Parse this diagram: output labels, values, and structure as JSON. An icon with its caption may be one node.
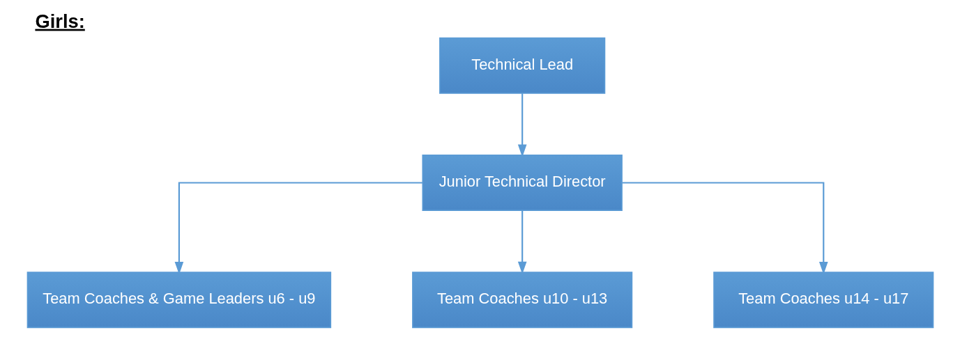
{
  "diagram": {
    "title": "Girls:",
    "nodes": [
      {
        "text": [
          "Technical Lead"
        ]
      },
      {
        "text": [
          "Junior Technical Director"
        ]
      },
      {
        "text": [
          "Team Coaches & Game Leaders u6 - u9"
        ]
      },
      {
        "text": [
          "Team Coaches u10 - u13"
        ]
      },
      {
        "text": [
          "Team Coaches u14 - u17"
        ]
      }
    ],
    "edges": [
      {
        "from": 0,
        "to": 1,
        "arrow": "to"
      },
      {
        "from": 1,
        "to": 2,
        "arrow": "to"
      },
      {
        "from": 1,
        "to": 3,
        "arrow": "to"
      },
      {
        "from": 1,
        "to": 4,
        "arrow": "to"
      }
    ]
  }
}
